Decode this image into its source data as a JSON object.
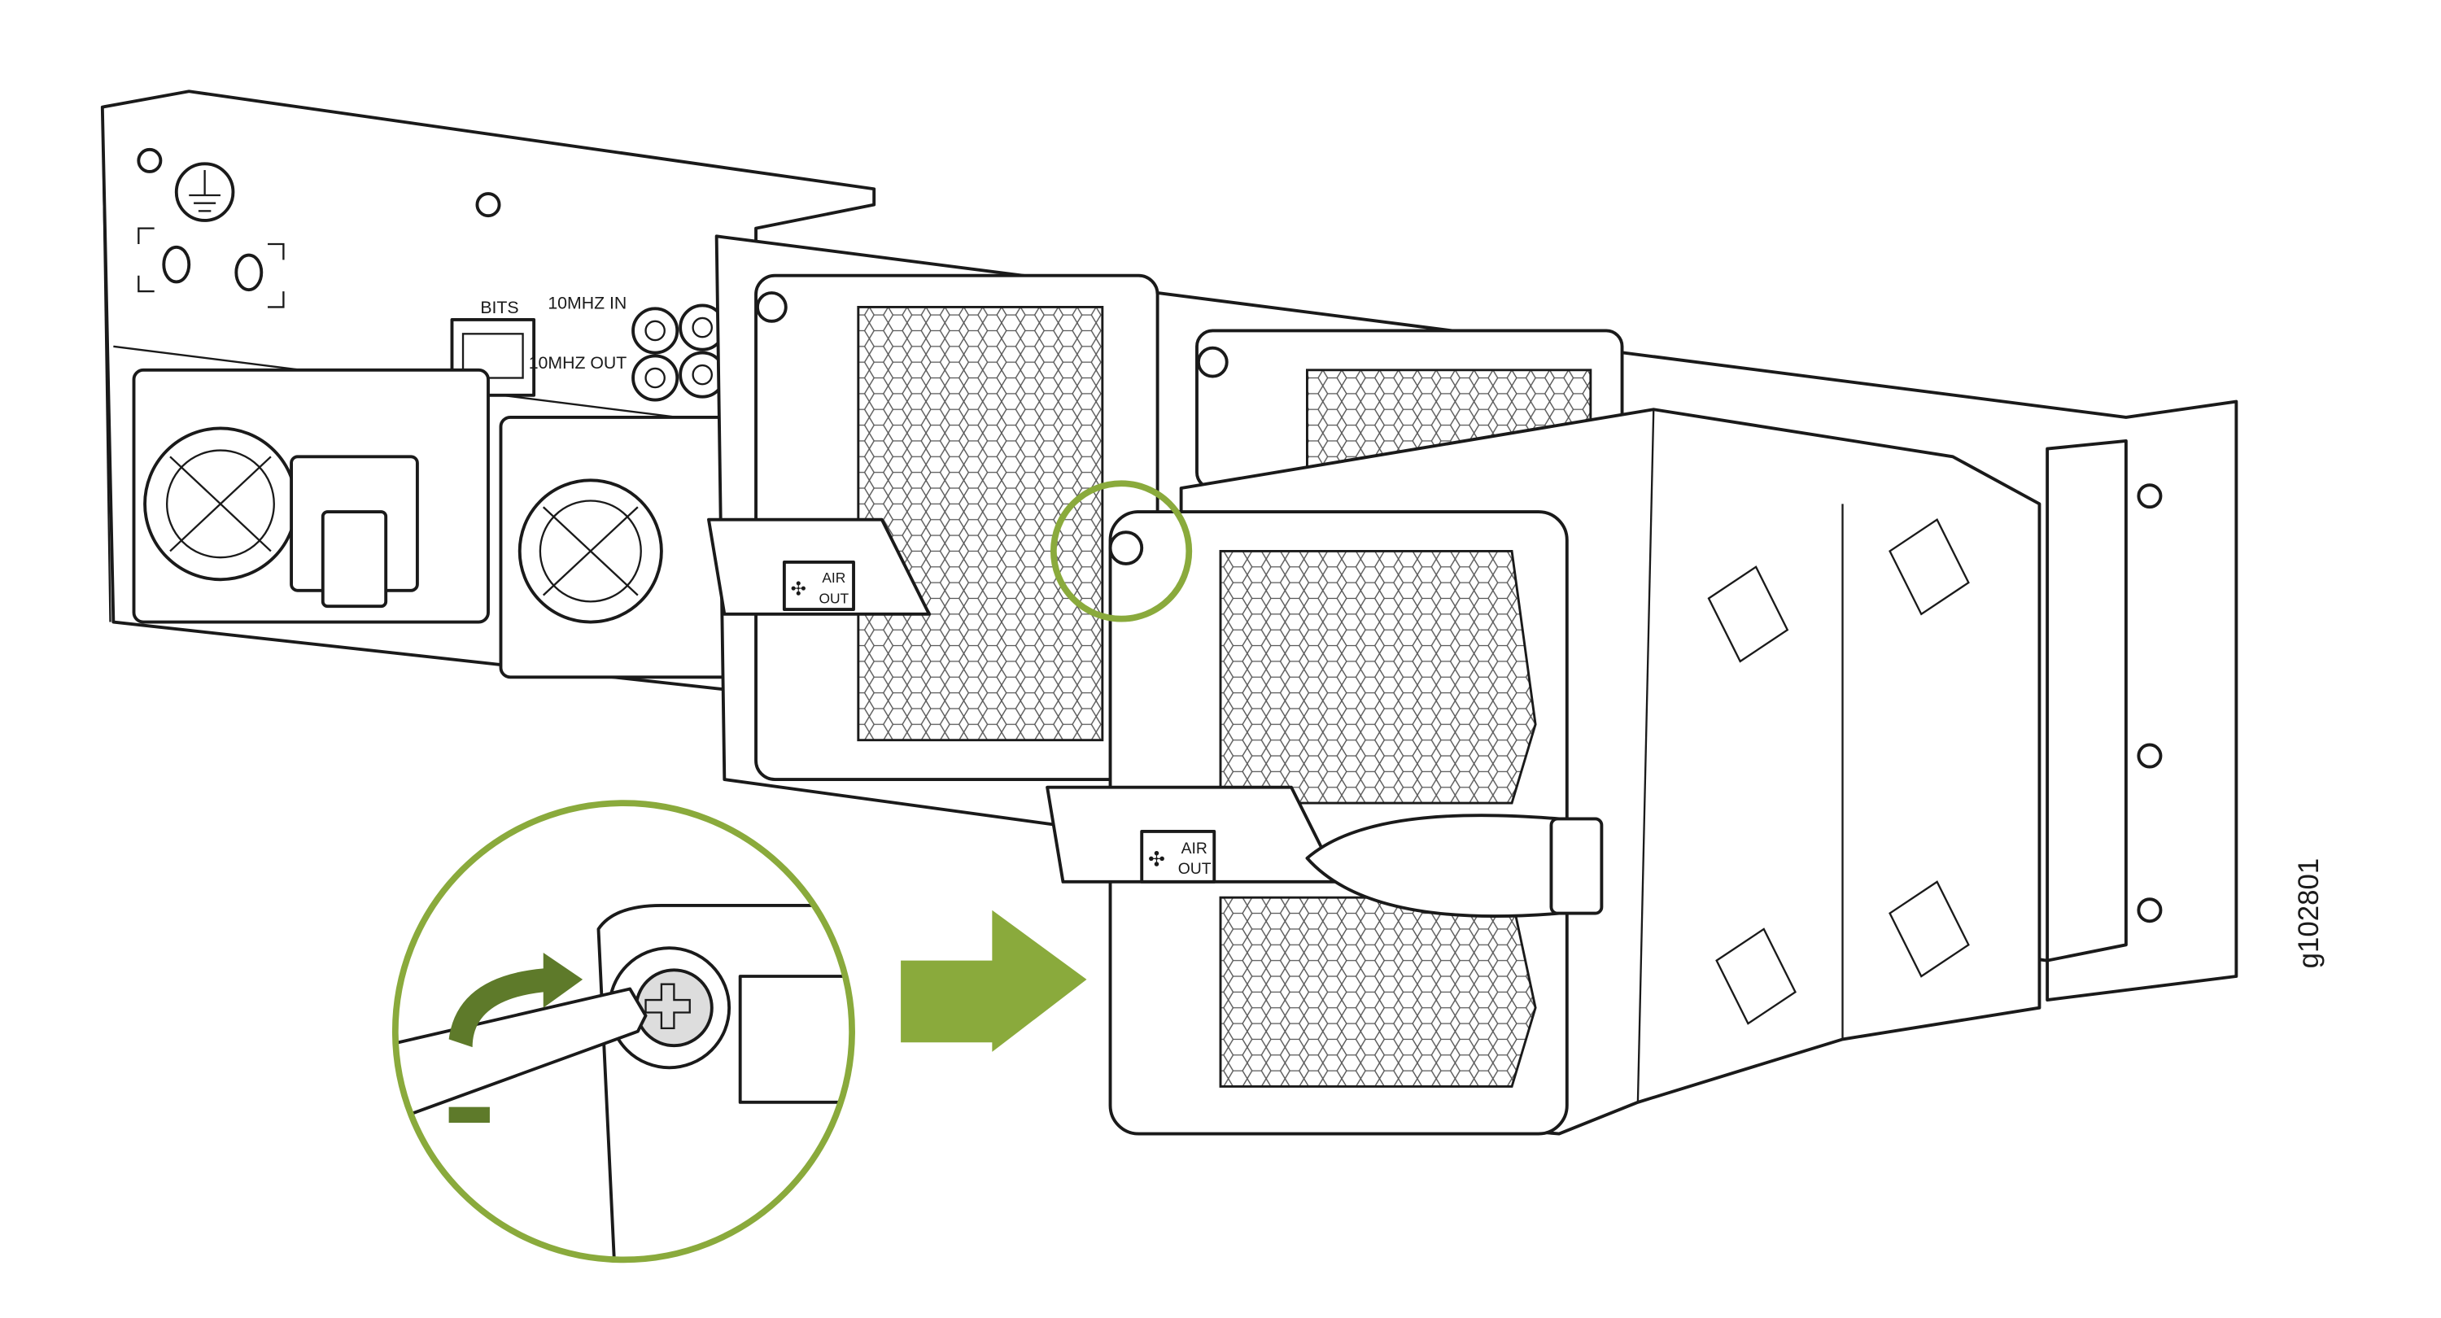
{
  "figure": {
    "id_label": "g102801",
    "panel_labels": {
      "bits": "BITS",
      "clock_in": "10MHZ IN",
      "clock_out": "10MHZ OUT"
    },
    "fan_module_label": {
      "line1": "AIR",
      "line2": "OUT"
    },
    "accent_color": "#8aaa3c",
    "dark_accent_color": "#5e7a2a"
  }
}
